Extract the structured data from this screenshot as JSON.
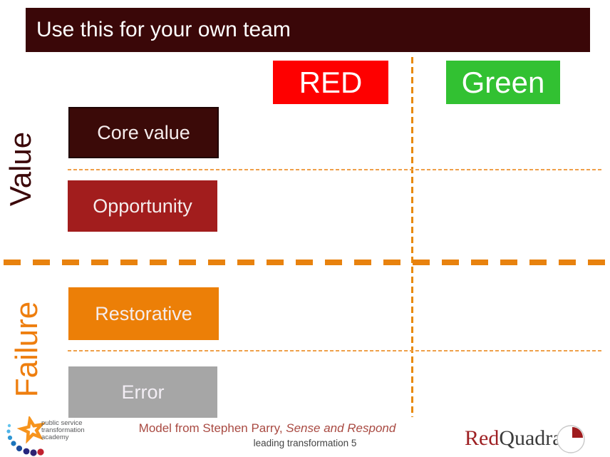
{
  "title_bar": {
    "text": "Use this for your own team"
  },
  "column_headers": {
    "red": "RED",
    "green": "Green"
  },
  "axis_labels": {
    "top": "Value",
    "bottom": "Failure"
  },
  "quadrants": {
    "core_value": {
      "label": "Core value",
      "color": "#3B0A08"
    },
    "opportunity": {
      "label": "Opportunity",
      "color": "#A21D1D"
    },
    "restorative": {
      "label": "Restorative",
      "color": "#EC7F07"
    },
    "error": {
      "label": "Error",
      "color": "#A6A6A6"
    }
  },
  "footer": {
    "attribution_prefix": "Model from Stephen Parry, ",
    "attribution_book": "Sense and Respond",
    "slide_label": "leading transformation 5"
  },
  "logos": {
    "psta": {
      "lines": [
        "public service",
        "transformation",
        "academy"
      ]
    },
    "redquadrant": {
      "red": "Red",
      "rest": "Quadrant"
    }
  },
  "colors": {
    "dark_maroon": "#3A0708",
    "red_header": "#FE0000",
    "green_header": "#32C132",
    "brick_red": "#A21D1D",
    "orange": "#EC7F07",
    "gray": "#A6A6A6",
    "dashed_line_orange": "#E8890B",
    "failure_text_orange": "#EE7E0E",
    "attribution_red": "#A94A42"
  }
}
